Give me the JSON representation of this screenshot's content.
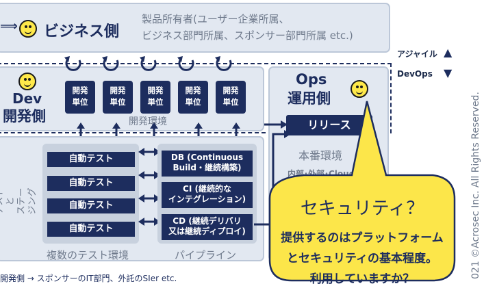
{
  "business": {
    "label": "ビジネス側",
    "desc_line1": "製品所有者(ユーザー企業所属、",
    "desc_line2": "ビジネス部門所属、スポンサー部門所属 etc.)"
  },
  "dev": {
    "label_line1": "Dev",
    "label_line2": "開発側",
    "units": [
      "開発\n単位",
      "開発\n単位",
      "開発\n単位",
      "開発\n単位",
      "開発\n単位"
    ],
    "env_label": "開発環境"
  },
  "legend": {
    "agile": "アジャイル",
    "devops": "DevOps"
  },
  "ops": {
    "label_line1": "Ops",
    "label_line2": "運用側",
    "release": "リリース",
    "env_label": "本番環境",
    "env_sub": "内部･外部･Cloud"
  },
  "test": {
    "side_label_line1": "テストと",
    "side_label_line2": "ステージング",
    "boxes": [
      "自動テスト",
      "自動テスト",
      "自動テスト",
      "自動テスト"
    ],
    "env_label": "複数のテスト環境"
  },
  "pipeline": {
    "db_line1": "DB (Continuous",
    "db_line2": "Build・継続構築)",
    "ci_line1": "CI (継続的な",
    "ci_line2": "インテグレーション)",
    "cd_line1": "CD (継続デリバリ",
    "cd_line2": "又は継続ディプロイ)",
    "label": "パイプライン"
  },
  "callout": {
    "title": "セキュリティ？",
    "line1": "提供するのはプラットフォーム",
    "line2": "とセキュリティの基本程度。",
    "line3": "利用していますか？"
  },
  "footer": {
    "note": "開発側 → スポンサーのIT部門、外託のSIer etc."
  },
  "copyright": "021 ©Acrosec Inc. All Rights Reserved.",
  "colors": {
    "navy": "#1d2d5e",
    "panel": "#e2e8f1",
    "callout": "#fce64a",
    "smiley": "#ffe94a"
  }
}
